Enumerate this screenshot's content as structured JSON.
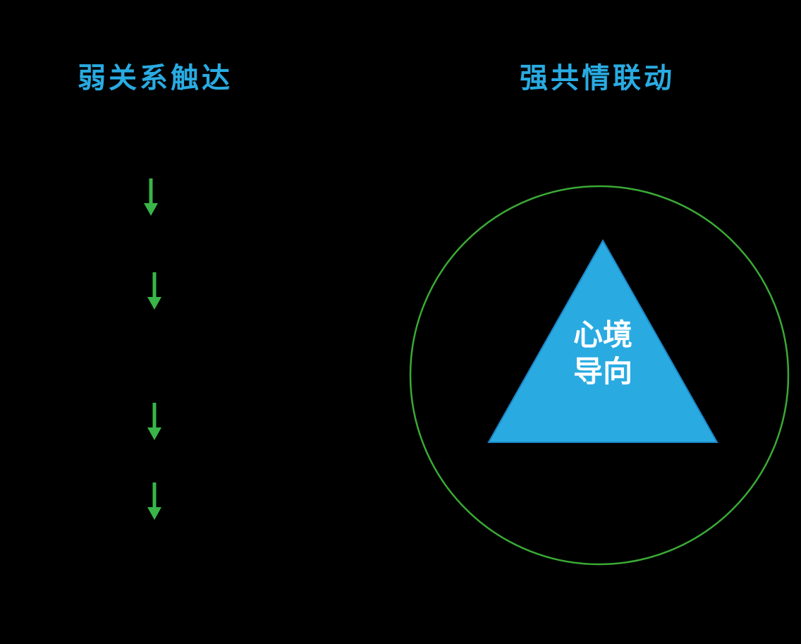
{
  "diagram": {
    "left": {
      "title": "弱关系触达",
      "arrow_count": 4,
      "arrow_icon": "down-arrow-icon"
    },
    "right": {
      "title": "强共情联动",
      "triangle_label": [
        "心境",
        "导向"
      ]
    },
    "colors": {
      "background": "#000000",
      "title_blue": "#29ABE2",
      "arrow_green": "#39B54A",
      "circle_green": "#3AAA35",
      "triangle_blue": "#29ABE2",
      "triangle_text": "#FFFFFF"
    }
  }
}
